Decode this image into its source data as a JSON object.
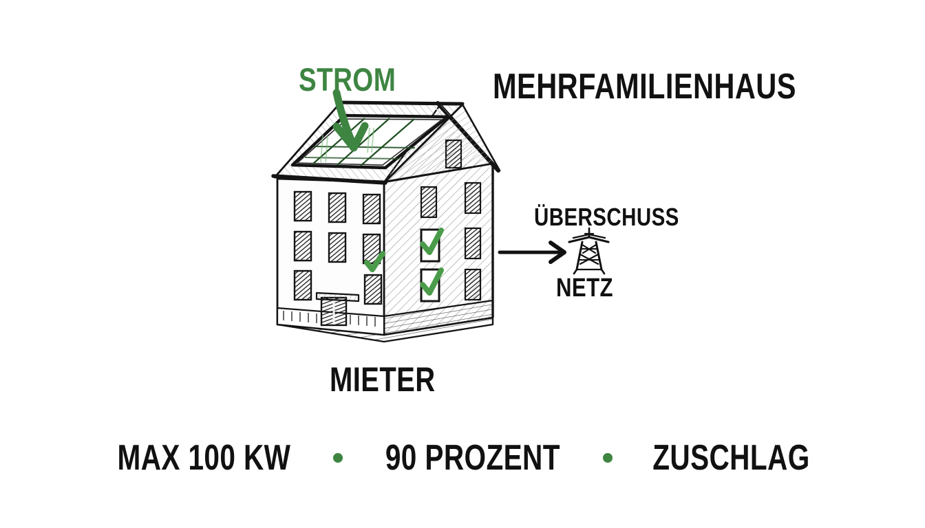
{
  "background_color": "#ffffff",
  "accent_green": "#3e8542",
  "ink_color": "#111111",
  "labels": {
    "strom": "STROM",
    "mehrfamilienhaus": "MEHRFAMILIENHAUS",
    "ueberschuss": "ÜBERSCHUSS",
    "netz": "NETZ",
    "mieter": "MIETER"
  },
  "footer": {
    "items": [
      {
        "text": "MAX 100 KW"
      },
      {
        "text": "90 PROZENT"
      },
      {
        "text": "ZUSCHLAG"
      }
    ],
    "separator": "green-dot"
  },
  "illustration": {
    "style": "hand-drawn-sketch",
    "building": {
      "name": "apartment-building",
      "stories": 3,
      "front_facade_windows": 8,
      "side_facade_windows": 6,
      "checkmarked_units": 3,
      "checkmark_color": "#4a9b4a",
      "roof": "gabled",
      "door": "front-door-with-canopy"
    },
    "solar_panel": {
      "name": "rooftop-solar-array",
      "grid_columns": 4,
      "grid_rows": 2
    },
    "arrows": [
      {
        "name": "strom-arrow",
        "color": "#3e8542",
        "direction": "down-into-roof"
      },
      {
        "name": "ueberschuss-arrow",
        "color": "#111111",
        "direction": "right-to-grid"
      }
    ],
    "pylon": {
      "name": "power-pylon",
      "color": "#111111"
    }
  }
}
